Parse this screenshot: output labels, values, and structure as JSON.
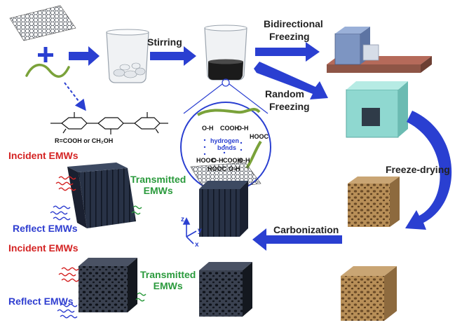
{
  "steps": {
    "stirring": "Stirring",
    "bidirectional": [
      "Bidirectional",
      "Freezing"
    ],
    "random": [
      "Random",
      "Freezing"
    ],
    "freeze_drying": "Freeze-drying",
    "carbonization": "Carbonization"
  },
  "molecule": {
    "substituent": "R=COOH or CH₂OH",
    "inset_labels": [
      "O-H",
      "COOH",
      "O-H",
      "HOOC",
      "hydrogen",
      "bonds",
      "HOOC",
      "O-H",
      "COOH",
      "O-H",
      "HOOC",
      "O-H"
    ]
  },
  "waves": {
    "incident": "Incident EMWs",
    "transmitted": [
      "Transmitted",
      "EMWs"
    ],
    "reflect": "Reflect EMWs"
  },
  "axes": {
    "z": "z",
    "y": "y",
    "x": "x"
  },
  "colors": {
    "arrow_blue": "#2a3fd1",
    "graphene": "#3a3f4a",
    "green_polymer": "#7aa23a",
    "cube_dark": "#2a3140",
    "cube_porous": "#b7925c",
    "mold_top": "#6a86b5",
    "base_plate": "#8e5546",
    "ice_box": "#8fd8d0"
  }
}
